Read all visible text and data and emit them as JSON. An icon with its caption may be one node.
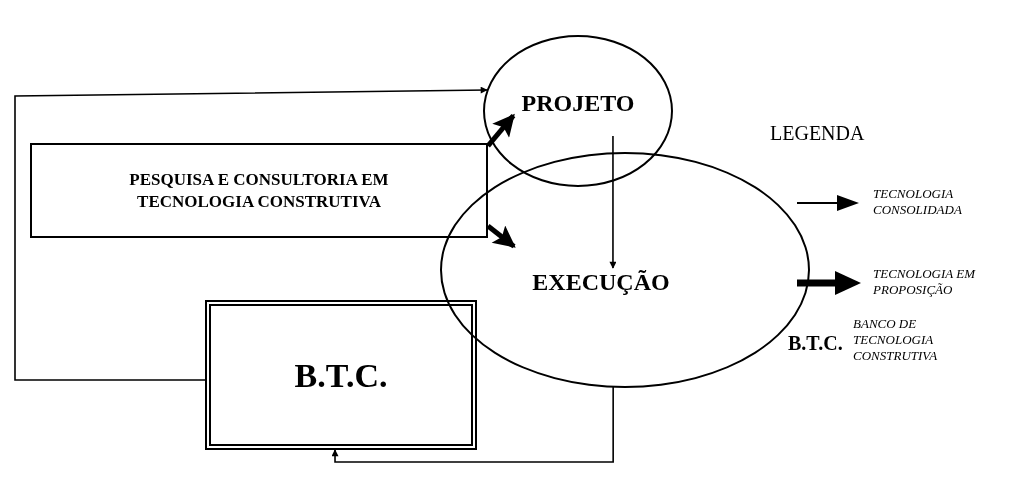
{
  "diagram": {
    "nodes": [
      {
        "text": [
          "PROJETO"
        ]
      },
      {
        "text": [
          "PESQUISA E CONSULTORIA EM TECNOLOGIA CONSTRUTIVA"
        ]
      },
      {
        "text": [
          "EXECUÇÃO"
        ]
      },
      {
        "text": [
          "B.T.C."
        ]
      }
    ],
    "edges": [
      {
        "from": 3,
        "to": 0,
        "arrow": "to"
      },
      {
        "from": 1,
        "to": 0,
        "arrow": "to",
        "style": "thick"
      },
      {
        "from": 1,
        "to": 2,
        "arrow": "to",
        "style": "thick"
      },
      {
        "from": 0,
        "to": 2,
        "arrow": "to"
      },
      {
        "from": 2,
        "to": 3,
        "arrow": "to"
      }
    ],
    "labels": [
      "LEGENDA",
      "B.T.C.",
      "BANCO DE TECNOLOGIA CONSTRUTIVA"
    ],
    "legend": [
      {
        "text": "TECNOLOGIA CONSOLIDADA"
      },
      {
        "text": "TECNOLOGIA EM PROPOSIÇÃO"
      }
    ]
  }
}
